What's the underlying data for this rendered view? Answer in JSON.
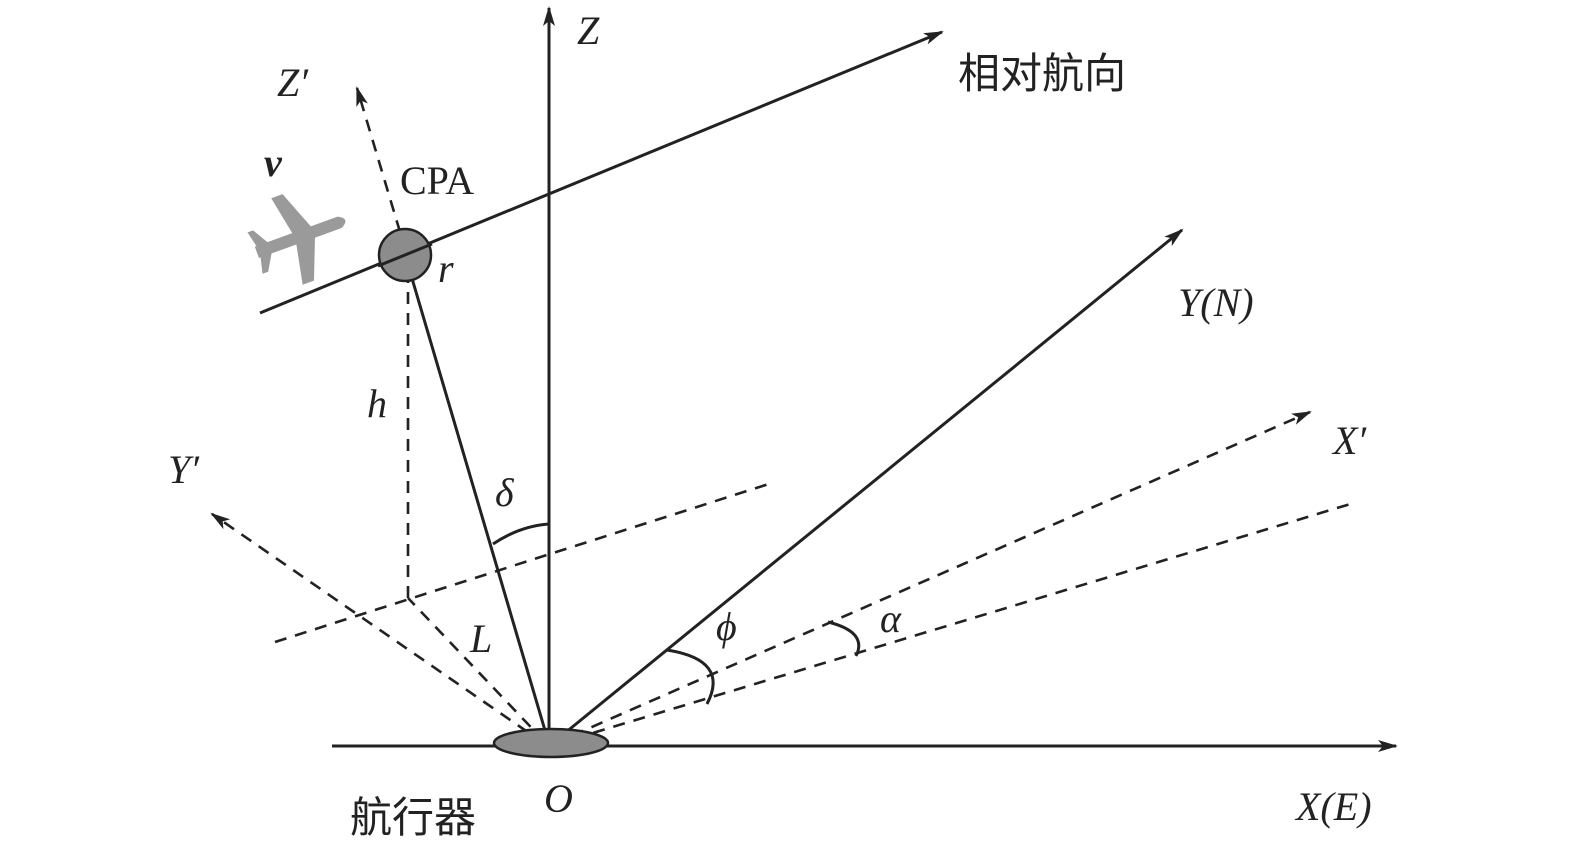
{
  "labels": {
    "z_axis": "Z",
    "z_prime": "Z′",
    "relative_heading": "相对航向",
    "velocity": "v",
    "cpa": "CPA",
    "radius": "r",
    "height": "h",
    "y_north": "Y(N)",
    "x_prime": "X′",
    "y_prime": "Y′",
    "delta": "δ",
    "phi": "ϕ",
    "alpha": "α",
    "distance": "L",
    "vehicle": "航行器",
    "origin": "O",
    "x_east": "X(E)"
  },
  "colors": {
    "line": "#222222",
    "cpa_fill": "#8c8c8c",
    "aircraft": "#9a9a9a",
    "vehicle_fill": "#8c8c8c"
  },
  "icons": {
    "aircraft": "airplane-icon"
  }
}
